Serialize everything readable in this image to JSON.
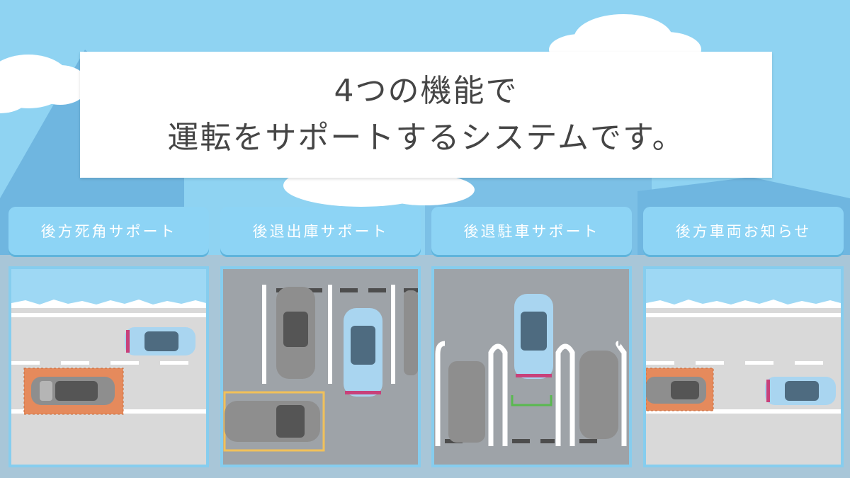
{
  "title": {
    "line1": "4つの機能で",
    "line2": "運転をサポートするシステムです。"
  },
  "features": [
    {
      "label": "後方死角サポート"
    },
    {
      "label": "後退出庫サポート"
    },
    {
      "label": "後退駐車サポート"
    },
    {
      "label": "後方車両お知らせ"
    }
  ],
  "colors": {
    "sky": "#8fd3f2",
    "label_bg": "#8dd4f5",
    "warning_zone": "#e58a5c",
    "highlight_frame": "#f1c15a",
    "guide_line": "#59b94f",
    "ego_car": "#a9d5f0"
  }
}
